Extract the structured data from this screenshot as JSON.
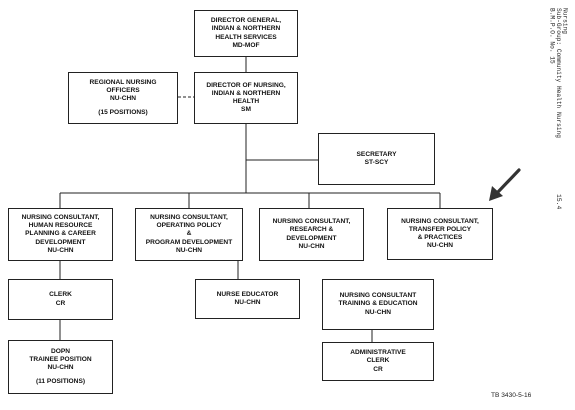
{
  "side_notes": {
    "line1": "Nursing",
    "line2": "Sub-Group: Community Health Nursing",
    "line3": "B.M.P.O. No. 15",
    "page": "15.4"
  },
  "org": {
    "director_general": [
      "DIRECTOR GENERAL,",
      "INDIAN & NORTHERN",
      "HEALTH SERVICES",
      "MD-MOF"
    ],
    "regional_nursing": [
      "REGIONAL NURSING",
      "OFFICERS",
      "NU-CHN",
      "",
      "(15 POSITIONS)"
    ],
    "director_nursing": [
      "DIRECTOR OF NURSING,",
      "INDIAN & NORTHERN",
      "HEALTH",
      "SM"
    ],
    "secretary": [
      "SECRETARY",
      "ST-SCY"
    ],
    "consultant_hr": [
      "NURSING CONSULTANT,",
      "HUMAN RESOURCE",
      "PLANNING & CAREER",
      "DEVELOPMENT",
      "NU-CHN"
    ],
    "consultant_policy": [
      "NURSING CONSULTANT,",
      "OPERATING POLICY",
      "&",
      "PROGRAM DEVELOPMENT",
      "NU-CHN"
    ],
    "consultant_research": [
      "NURSING CONSULTANT,",
      "RESEARCH &",
      "DEVELOPMENT",
      "NU-CHN"
    ],
    "consultant_transfer": [
      "NURSING CONSULTANT,",
      "TRANSFER POLICY",
      "& PRACTICES",
      "NU-CHN"
    ],
    "clerk": [
      "CLERK",
      "CR"
    ],
    "nurse_educator": [
      "NURSE EDUCATOR",
      "NU-CHN"
    ],
    "consultant_training": [
      "NURSING CONSULTANT",
      "TRAINING & EDUCATION",
      "NU-CHN"
    ],
    "dopn_trainee": [
      "DOPN",
      "TRAINEE POSITION",
      "NU-CHN",
      "",
      "(11 POSITIONS)"
    ],
    "admin_clerk": [
      "ADMINISTRATIVE",
      "CLERK",
      "CR"
    ]
  },
  "footer_ref": "TB 3430-5-16",
  "arrow_icon": "arrow-pointer-icon"
}
